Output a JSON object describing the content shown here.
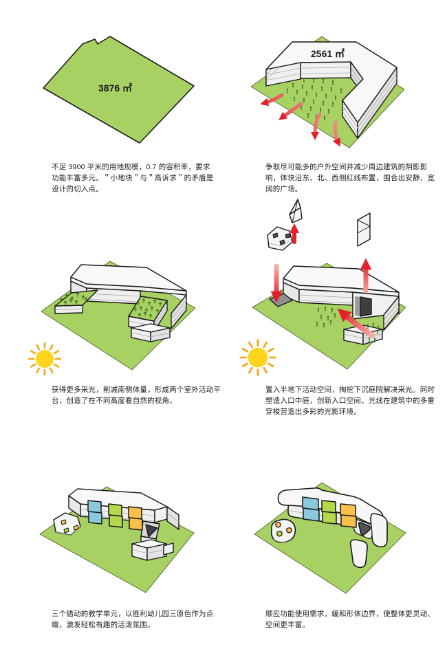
{
  "document": {
    "type": "architectural-concept-diagram",
    "language": "zh-CN",
    "background": "#ffffff"
  },
  "colors": {
    "site_green": "#a7d162",
    "figure_tree_green": "#3e6a26",
    "building_white": "#f7f7f7",
    "outline_black": "#161616",
    "arrow_red": "#e3202c",
    "arrow_pink": "#f6b3ab",
    "sun_yellow": "#ffd41c",
    "sun_ray_orange": "#f5a61f",
    "unit_blue": "#8cc8dd",
    "unit_green": "#b4d84a",
    "unit_orange": "#fbbf4b",
    "pit_dark_gray": "#3f3f3f"
  },
  "panels": [
    {
      "name": "site-parcel",
      "area_label": "3876 ㎡",
      "caption": "不足 3900 平米的用地规模，0.7 的容积率，要求功能丰富多元。＂小地块＂与＂高诉求＂的矛盾是设计的切入点。"
    },
    {
      "name": "u-shaped-massing",
      "area_label": "2561 ㎡",
      "caption": "争取尽可能多的户外空间并减少周边建筑的阴影影响，体块沿东、北、西侧红线布置，围合出安静、宽阔的广场。"
    },
    {
      "name": "daylight-terraces",
      "caption": "获得更多采光，削减南侧体量，形成两个室外活动平台，创造了在不同高度看自然的视角。"
    },
    {
      "name": "sunken-courtyard",
      "caption": "置入半地下活动空间，掏挖下沉庭院解决采光。同时塑造入口中庭，创新入口空间。光线在建筑中的多重穿梭营造出多彩的光影环境。"
    },
    {
      "name": "teaching-units",
      "caption": "三个错动的教学单元，以胜利幼儿园三原色作为点缀，激发轻松有趣的活泼氛围。"
    },
    {
      "name": "soft-edges",
      "caption": "顺应功能使用需求，缓和形体边界，使整体更灵动、空间更丰富。"
    }
  ]
}
